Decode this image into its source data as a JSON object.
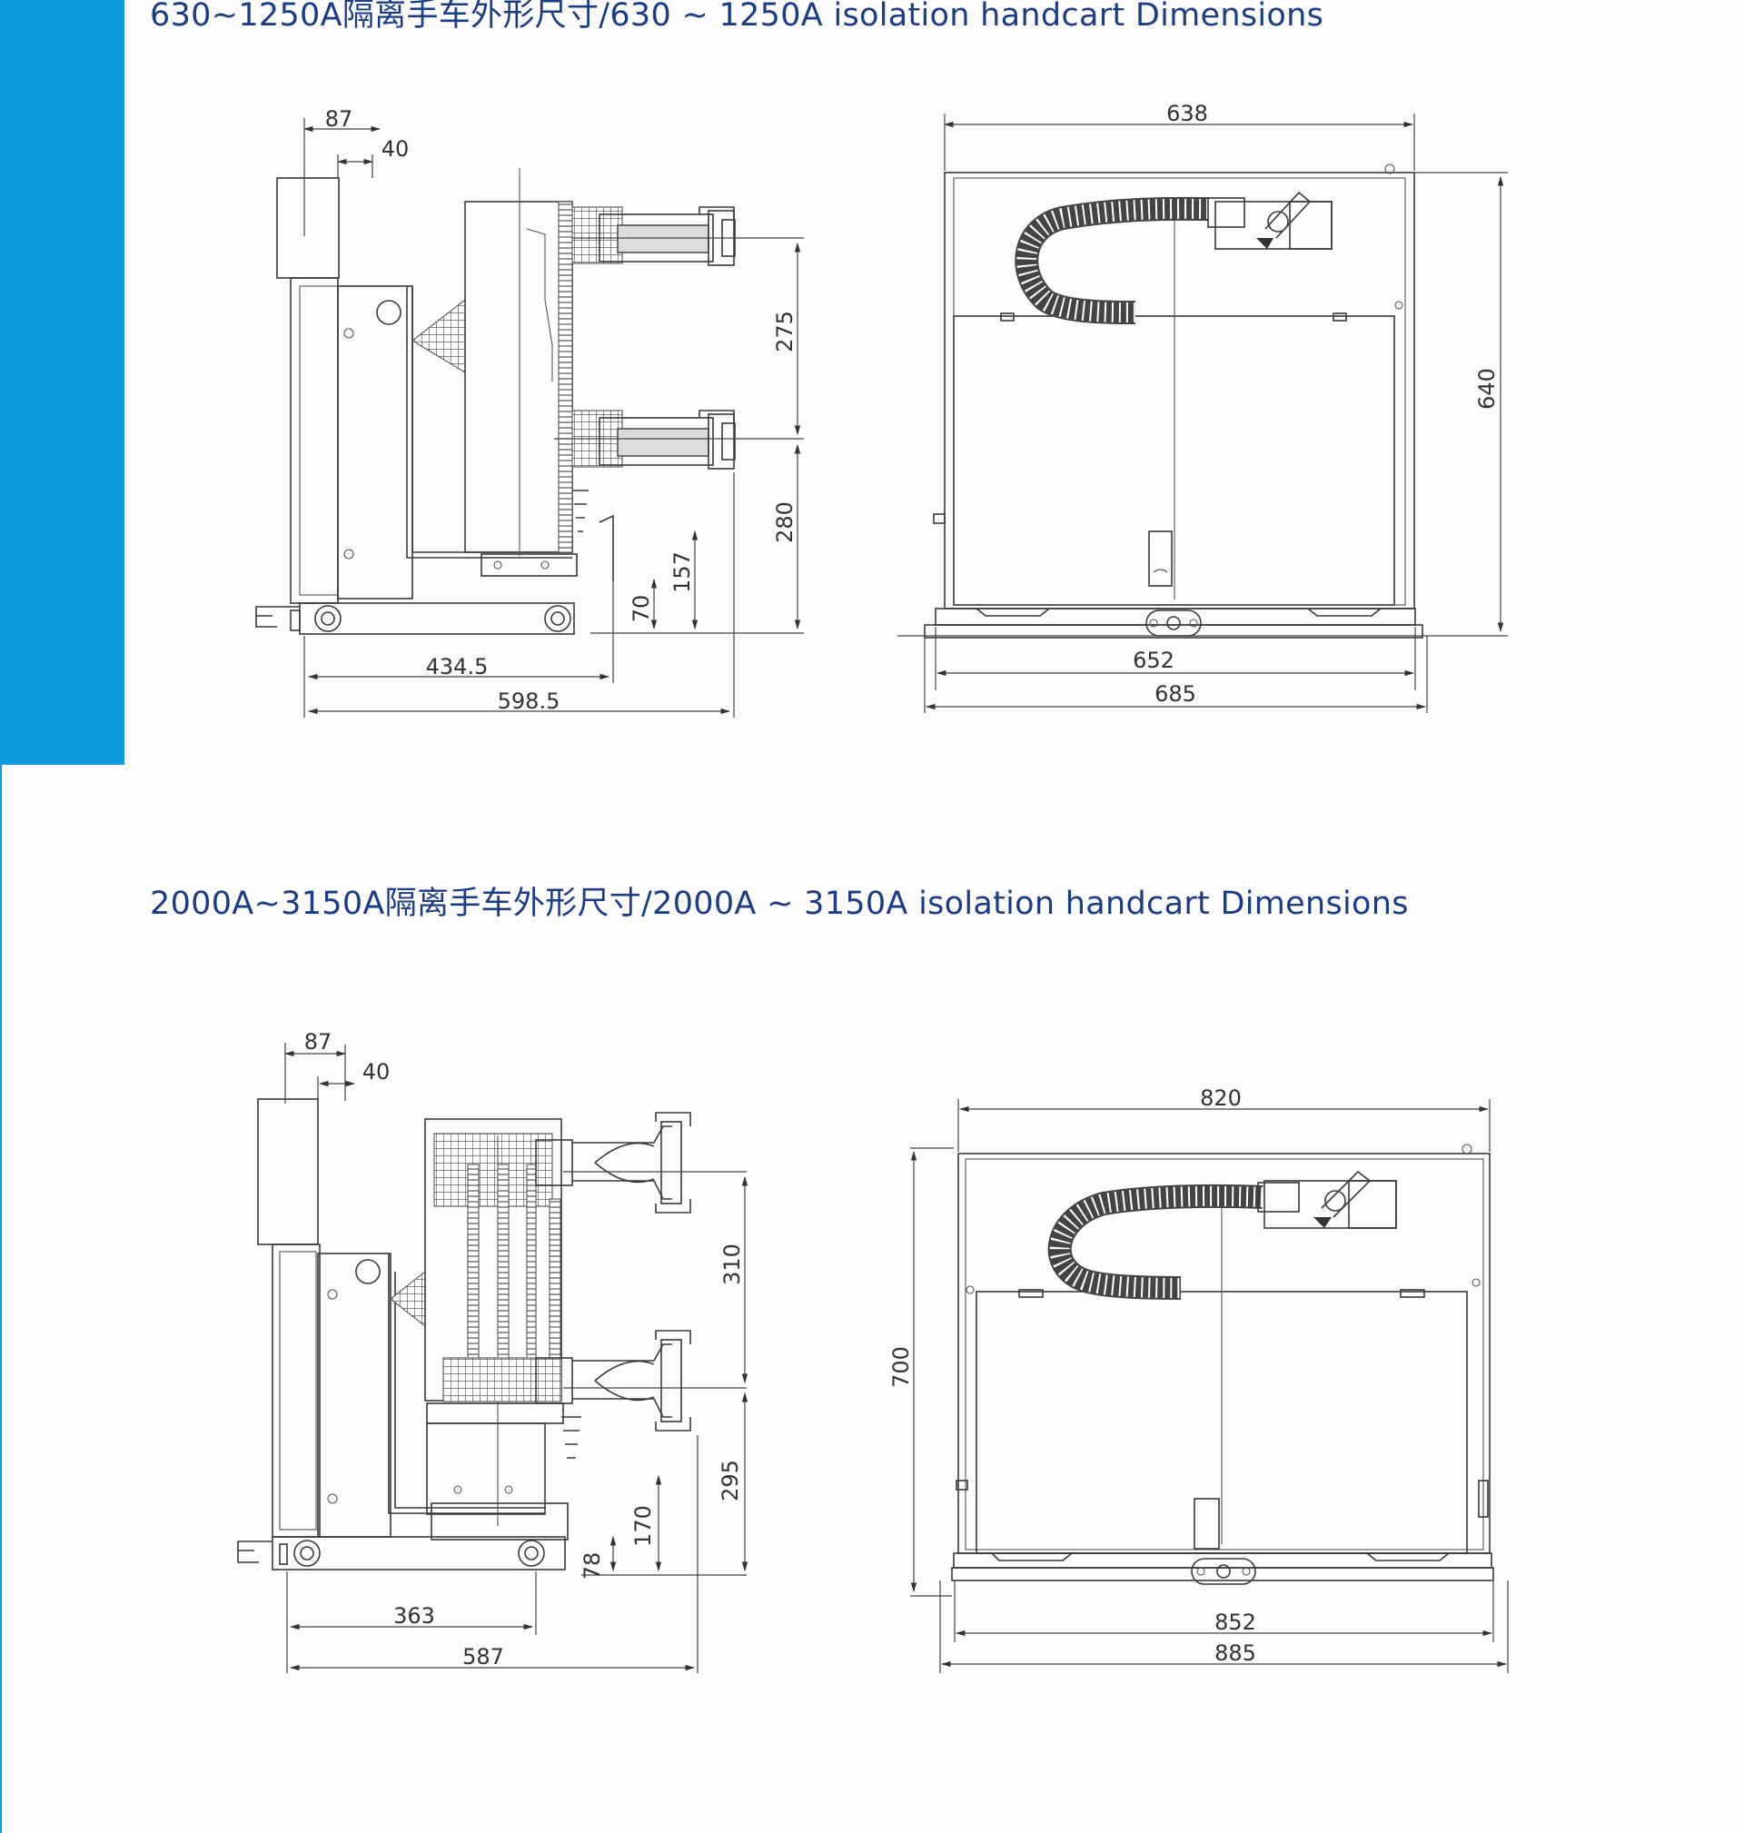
{
  "colors": {
    "accent": "#0f9be0",
    "heading": "#1d3d83",
    "lines": "#3a3a3a"
  },
  "sections": [
    {
      "title": "630~1250A隔离手车外形尺寸/630 ~ 1250A isolation handcart Dimensions",
      "side_view": {
        "dims": [
          "87",
          "40",
          "275",
          "280",
          "157",
          "70",
          "434.5",
          "598.5"
        ]
      },
      "front_view": {
        "dims": [
          "638",
          "640",
          "652",
          "685"
        ]
      }
    },
    {
      "title": "2000A~3150A隔离手车外形尺寸/2000A ~ 3150A isolation handcart Dimensions",
      "side_view": {
        "dims": [
          "87",
          "40",
          "310",
          "295",
          "170",
          "78",
          "363",
          "587"
        ]
      },
      "front_view": {
        "dims": [
          "820",
          "700",
          "852",
          "885"
        ]
      }
    }
  ]
}
